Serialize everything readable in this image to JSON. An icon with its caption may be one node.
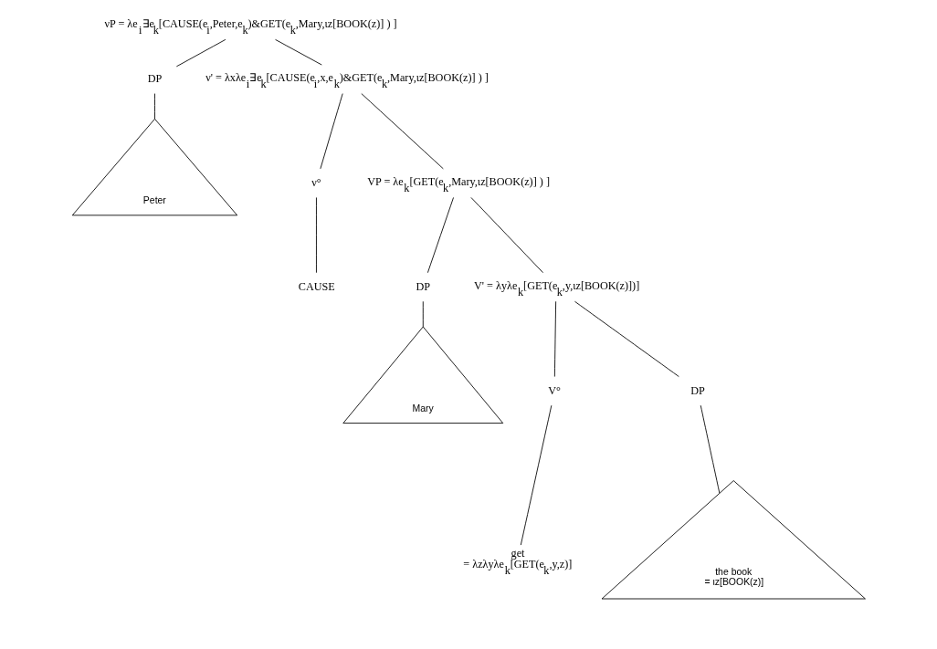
{
  "diagram": {
    "nodes": [
      {
        "text": [
          "νP = λe$_{i}$∃e$_{k}$[CAUSE(e$_{i}$,Peter,e$_{k}$)&GET(e$_{k}$,Mary,ιz[BOOK(z)] ) ]"
        ]
      },
      {
        "text": [
          "DP"
        ]
      },
      {
        "text": [
          "ν' = λxλe$_{i}$∃e$_{k}$[CAUSE(e$_{i}$,x,e$_{k}$)&GET(e$_{k}$,Mary,ιz[BOOK(z)] ) ]"
        ]
      },
      {
        "text": [
          "Peter"
        ]
      },
      {
        "text": [
          "ν°"
        ]
      },
      {
        "text": [
          "VP = λe$_{k}$[GET(e$_{k}$,Mary,ιz[BOOK(z)] ) ]"
        ]
      },
      {
        "text": [
          "CAUSE"
        ]
      },
      {
        "text": [
          "DP"
        ]
      },
      {
        "text": [
          "V' = λyλe$_{k}$[GET(e$_{k}$,y,ιz[BOOK(z)])]"
        ]
      },
      {
        "text": [
          "Mary"
        ]
      },
      {
        "text": [
          "V°"
        ]
      },
      {
        "text": [
          "DP"
        ]
      },
      {
        "text": [
          "get",
          "= λzλyλe$_{k}$[GET(e$_{k}$,y,z)]"
        ]
      },
      {
        "text": [
          "the book",
          "= ιz[BOOK(z)]"
        ]
      }
    ],
    "edges": [
      {
        "from": 0,
        "to": 1,
        "arrow": "none"
      },
      {
        "from": 0,
        "to": 2,
        "arrow": "none"
      },
      {
        "from": 1,
        "to": 3,
        "arrow": "none"
      },
      {
        "from": 2,
        "to": 4,
        "arrow": "none"
      },
      {
        "from": 2,
        "to": 5,
        "arrow": "none"
      },
      {
        "from": 4,
        "to": 6,
        "arrow": "none"
      },
      {
        "from": 5,
        "to": 7,
        "arrow": "none"
      },
      {
        "from": 5,
        "to": 8,
        "arrow": "none"
      },
      {
        "from": 7,
        "to": 9,
        "arrow": "none"
      },
      {
        "from": 8,
        "to": 10,
        "arrow": "none"
      },
      {
        "from": 8,
        "to": 11,
        "arrow": "none"
      },
      {
        "from": 10,
        "to": 12,
        "arrow": "none"
      },
      {
        "from": 11,
        "to": 13,
        "arrow": "none"
      }
    ]
  }
}
